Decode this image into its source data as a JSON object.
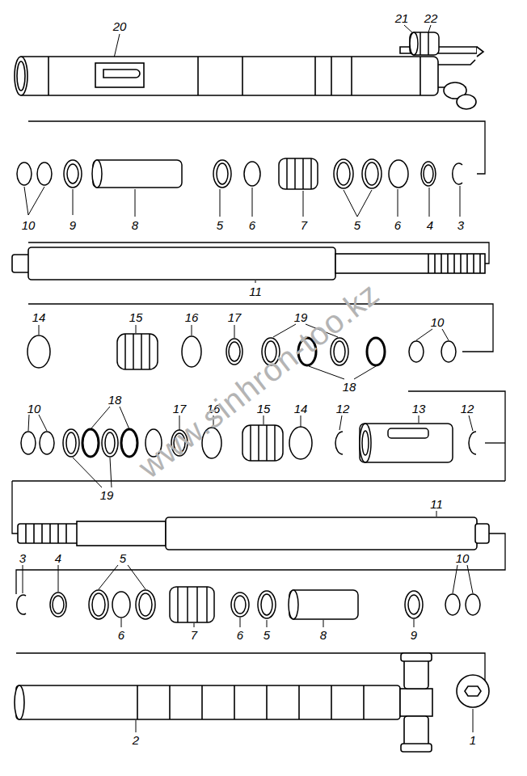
{
  "diagram": {
    "labels": [
      "20",
      "21",
      "22",
      "10",
      "9",
      "8",
      "5",
      "6",
      "7",
      "5",
      "6",
      "4",
      "3",
      "11",
      "14",
      "15",
      "16",
      "17",
      "19",
      "10",
      "18",
      "10",
      "18",
      "17",
      "16",
      "15",
      "14",
      "12",
      "13",
      "12",
      "19",
      "11",
      "3",
      "4",
      "5",
      "10",
      "6",
      "7",
      "6",
      "5",
      "8",
      "9",
      "2",
      "1",
      "www.sinhron-too.kz"
    ]
  }
}
